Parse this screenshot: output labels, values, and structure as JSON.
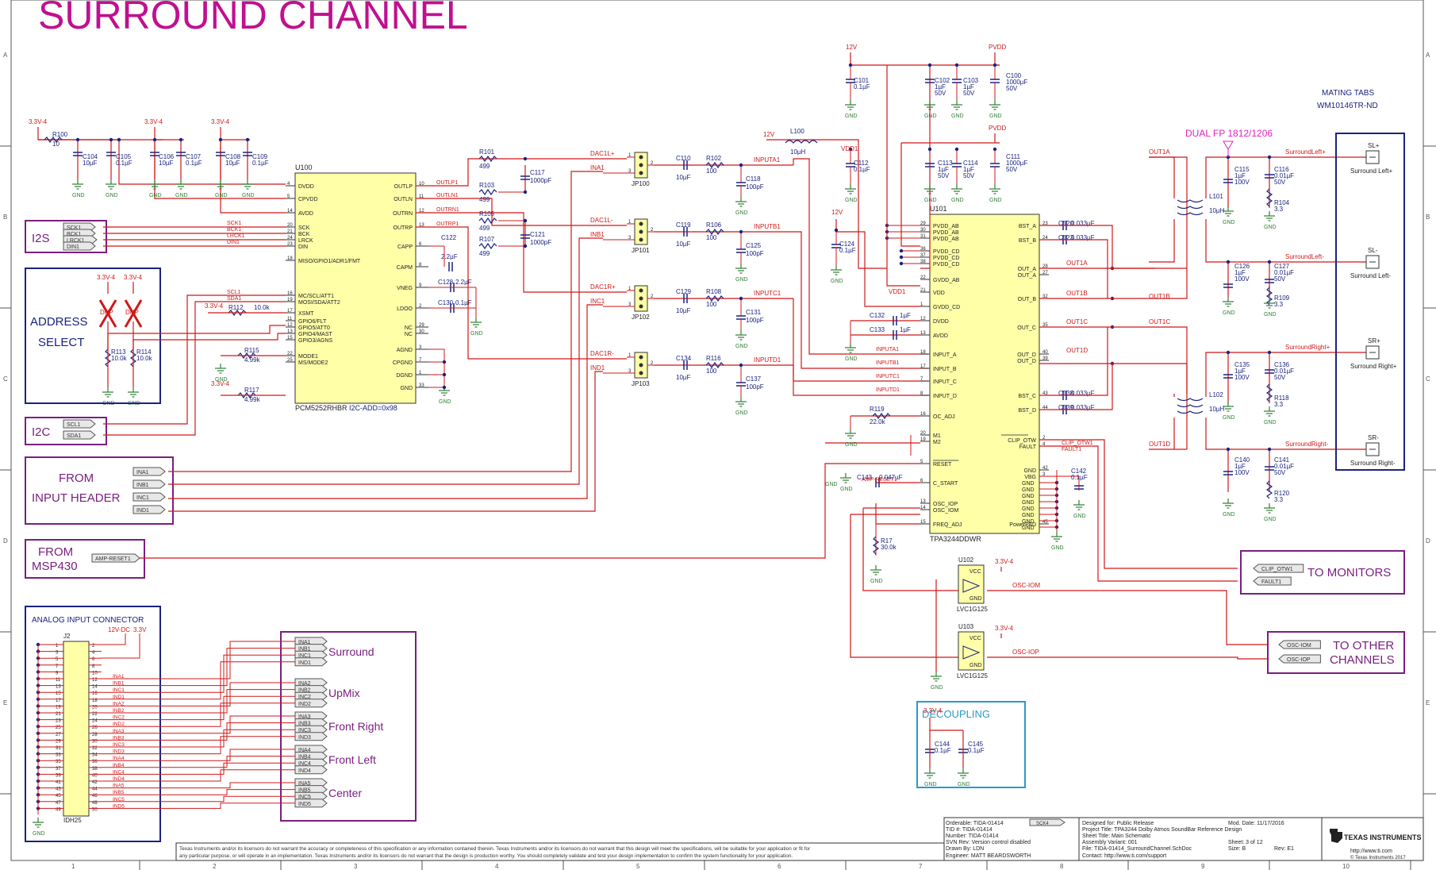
{
  "page": {
    "title": "SURROUND CHANNEL"
  },
  "colors": {
    "wire": "#d01818",
    "title": "#c01090",
    "box": "#7a1f80",
    "chip": "#ffffa8",
    "blue": "#1a237e",
    "green": "#2e7d32"
  },
  "border": {
    "rows": [
      "A",
      "B",
      "C",
      "D",
      "E"
    ],
    "cols": [
      "1",
      "2",
      "3",
      "4",
      "5",
      "6",
      "7",
      "8",
      "9",
      "10"
    ]
  },
  "mating": {
    "line1": "MATING TABS",
    "line2": "WM10146TR-ND"
  },
  "dualfp": "DUAL FP 1812/1206",
  "blocks": {
    "i2s": "I2S",
    "address": [
      "ADDRESS",
      "SELECT"
    ],
    "i2c": "I2C",
    "input_header": [
      "FROM",
      "INPUT HEADER"
    ],
    "msp": [
      "FROM",
      "MSP430"
    ],
    "monitors": "TO MONITORS",
    "other": [
      "TO OTHER",
      "CHANNELS"
    ],
    "decoupling": "DECOUPLING",
    "analog": "ANALOG INPUT CONNECTOR"
  },
  "i2s_nets": [
    "SCK1",
    "BCK1",
    "LRCK1",
    "DIN1"
  ],
  "i2c_nets": [
    "SCL1",
    "SDA1"
  ],
  "input_nets": [
    "INA1",
    "INB1",
    "INC1",
    "IND1"
  ],
  "msp_net": "AMP-RESET1",
  "monitor_nets": [
    "CLIP_OTW1",
    "FAULT1"
  ],
  "osc_nets": [
    "OSC-IOM",
    "OSC-IOP"
  ],
  "groups": [
    {
      "label": "Surround",
      "nets": [
        "INA1",
        "INB1",
        "INC1",
        "IND1"
      ]
    },
    {
      "label": "UpMix",
      "nets": [
        "INA2",
        "INB2",
        "INC2",
        "IND2"
      ]
    },
    {
      "label": "Front Right",
      "nets": [
        "INA3",
        "INB3",
        "INC3",
        "IND3"
      ]
    },
    {
      "label": "Front Left",
      "nets": [
        "INA4",
        "INB4",
        "INC4",
        "IND4"
      ]
    },
    {
      "label": "Center",
      "nets": [
        "INA5",
        "INB5",
        "INC5",
        "IND5"
      ]
    }
  ],
  "u100": {
    "ref": "U100",
    "part": "PCM5252RHBR",
    "note": "I2C-ADD=0x98",
    "left_pins": [
      "DVDD",
      "CPVDD",
      "AVDD",
      "SCK",
      "BCK",
      "LRCK",
      "DIN",
      "MISO/GPIO1/ADR1/FMT",
      "MC/SCL/ATT1",
      "MOSI/SDA/ATT2",
      "XSMT",
      "GPIO6/FLT",
      "GPIO5/ATT0",
      "GPIO4/MAST",
      "GPIO3/AGNS",
      "MODE1",
      "MS/MODE2"
    ],
    "right_pins": [
      "OUTLP",
      "OUTLN",
      "OUTRN",
      "OUTRP",
      "CAPP",
      "CAPM",
      "VNEG",
      "LDOO",
      "NC",
      "NC",
      "AGND",
      "CPGND",
      "DGND",
      "GND"
    ]
  },
  "u101": {
    "ref": "U101",
    "part": "TPA3244DDWR",
    "left_pins": [
      "PVDD_AB",
      "PVDD_AB",
      "PVDD_AB",
      "PVDD_CD",
      "PVDD_CD",
      "PVDD_CD",
      "GVDD_AB",
      "VDD",
      "GVDD_CD",
      "DVDD",
      "AVDD",
      "INPUT_A",
      "INPUT_B",
      "INPUT_C",
      "INPUT_D",
      "OC_ADJ",
      "M1",
      "M2",
      "RESET",
      "C_START",
      "OSC_IOP",
      "OSC_IOM",
      "FREQ_ADJ"
    ],
    "right_pins": [
      "BST_A",
      "BST_B",
      "OUT_A",
      "OUT_A",
      "OUT_B",
      "OUT_C",
      "OUT_D",
      "OUT_D",
      "BST_C",
      "BST_D",
      "CLIP_OTW",
      "FAULT",
      "VBG",
      "GND",
      "PowerPAD"
    ]
  },
  "jumpers": [
    "JP100",
    "JP101",
    "JP102",
    "JP103"
  ],
  "dac_nets": [
    "DAC1L+",
    "DAC1L-",
    "DAC1R+",
    "DAC1R-"
  ],
  "amp_inputs": [
    "INPUTA1",
    "INPUTB1",
    "INPUTC1",
    "INPUTD1"
  ],
  "outputs": [
    "OUT1A",
    "OUT1B",
    "OUT1C",
    "OUT1D"
  ],
  "speaker_tabs": [
    {
      "ref": "SL+",
      "label": "Surround Left+"
    },
    {
      "ref": "SL-",
      "label": "Surround Left-"
    },
    {
      "ref": "SR+",
      "label": "Surround Right+"
    },
    {
      "ref": "SR-",
      "label": "Surround Right-"
    }
  ],
  "speaker_nets": [
    "SurroundLeft+",
    "SurroundLeft-",
    "SurroundRight+",
    "SurroundRight-"
  ],
  "logic_gates": [
    {
      "ref": "U102",
      "part": "LVC1G125"
    },
    {
      "ref": "U103",
      "part": "LVC1G125"
    }
  ],
  "connector": {
    "ref": "J2",
    "part": "IDH25"
  },
  "titleblock": {
    "orderable": "Orderable: TIDA-01414",
    "tid": "TID #: TIDA-01414",
    "number": "Number: TIDA-01414",
    "svn": "SVN Rev: Version control disabled",
    "drawn": "Drawn By: LDN",
    "engineer": "Engineer: MATT BEARDSWORTH",
    "designed": "Designed for: Public Release",
    "moddate": "Mod. Date: 11/17/2016",
    "project": "Project Title: TPA3244 Dolby Atmos SoundBar Reference Design",
    "sheettitle": "Sheet Title: Main Schematic",
    "variant": "Assembly Variant: 001",
    "sheet": "Sheet: 3 of 12",
    "file": "File: TIDA-01414_SurroundChannel.SchDoc",
    "size": "Size: B",
    "rev": "Rev: E1",
    "contact": "Contact: http://www.ti.com/support",
    "logo": "TEXAS INSTRUMENTS",
    "url": "http://www.ti.com",
    "copyright": "© Texas Instruments 2017"
  },
  "disclaimer": [
    "Texas Instruments and/or its licensors do not warrant the accuracy or completeness of this specification or any information contained therein. Texas Instruments and/or its licensors do not warrant that this design will meet the specifications, will be suitable for your application or fit for",
    "any particular purpose, or will operate in an implementation. Texas Instruments and/or its licensors do not warrant that the design is production worthy. You should completely validate and test your design implementation to confirm the system functionality for your application."
  ]
}
